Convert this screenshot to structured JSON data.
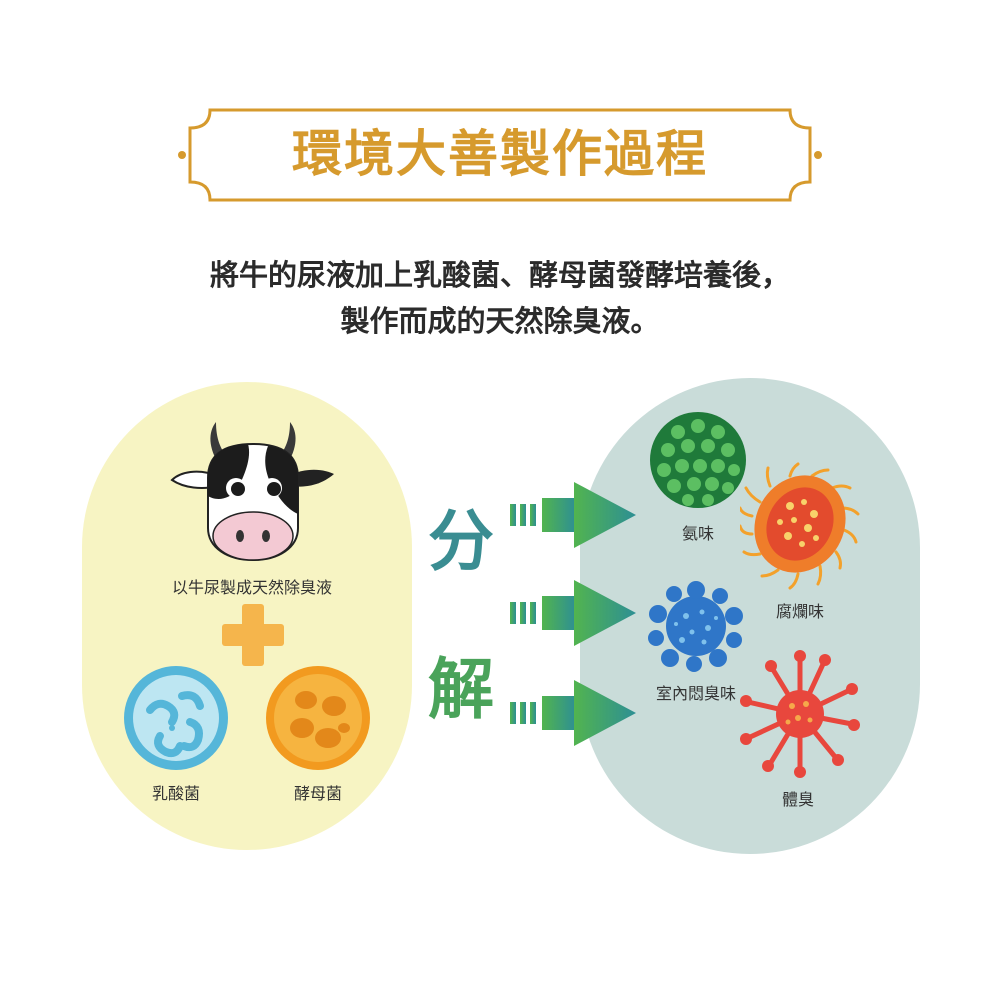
{
  "title": "環境大善製作過程",
  "intro": {
    "line1": "將牛的尿液加上乳酸菌、酵母菌發酵培養後，",
    "line2": "製作而成的天然除臭液。"
  },
  "left_panel": {
    "cow_label": "以牛尿製成天然除臭液",
    "lactic_label": "乳酸菌",
    "yeast_label": "酵母菌"
  },
  "decompose": {
    "char1": "分",
    "char2": "解"
  },
  "right_panel": {
    "ammonia_label": "氨味",
    "rot_label": "腐爛味",
    "indoor_label": "室內悶臭味",
    "body_label": "體臭"
  },
  "colors": {
    "title_gold": "#d69a2d",
    "left_bg": "#f7f4c3",
    "right_bg": "#c9dcd9",
    "arrow_green": "#4fae56",
    "arrow_teal": "#2a8f93"
  },
  "icons": [
    "title-frame",
    "cow-icon",
    "plus-icon",
    "lactic-acid-bacteria-icon",
    "yeast-icon",
    "arrow-icon",
    "ammonia-germ-icon",
    "rot-germ-icon",
    "indoor-odor-germ-icon",
    "body-odor-germ-icon"
  ]
}
